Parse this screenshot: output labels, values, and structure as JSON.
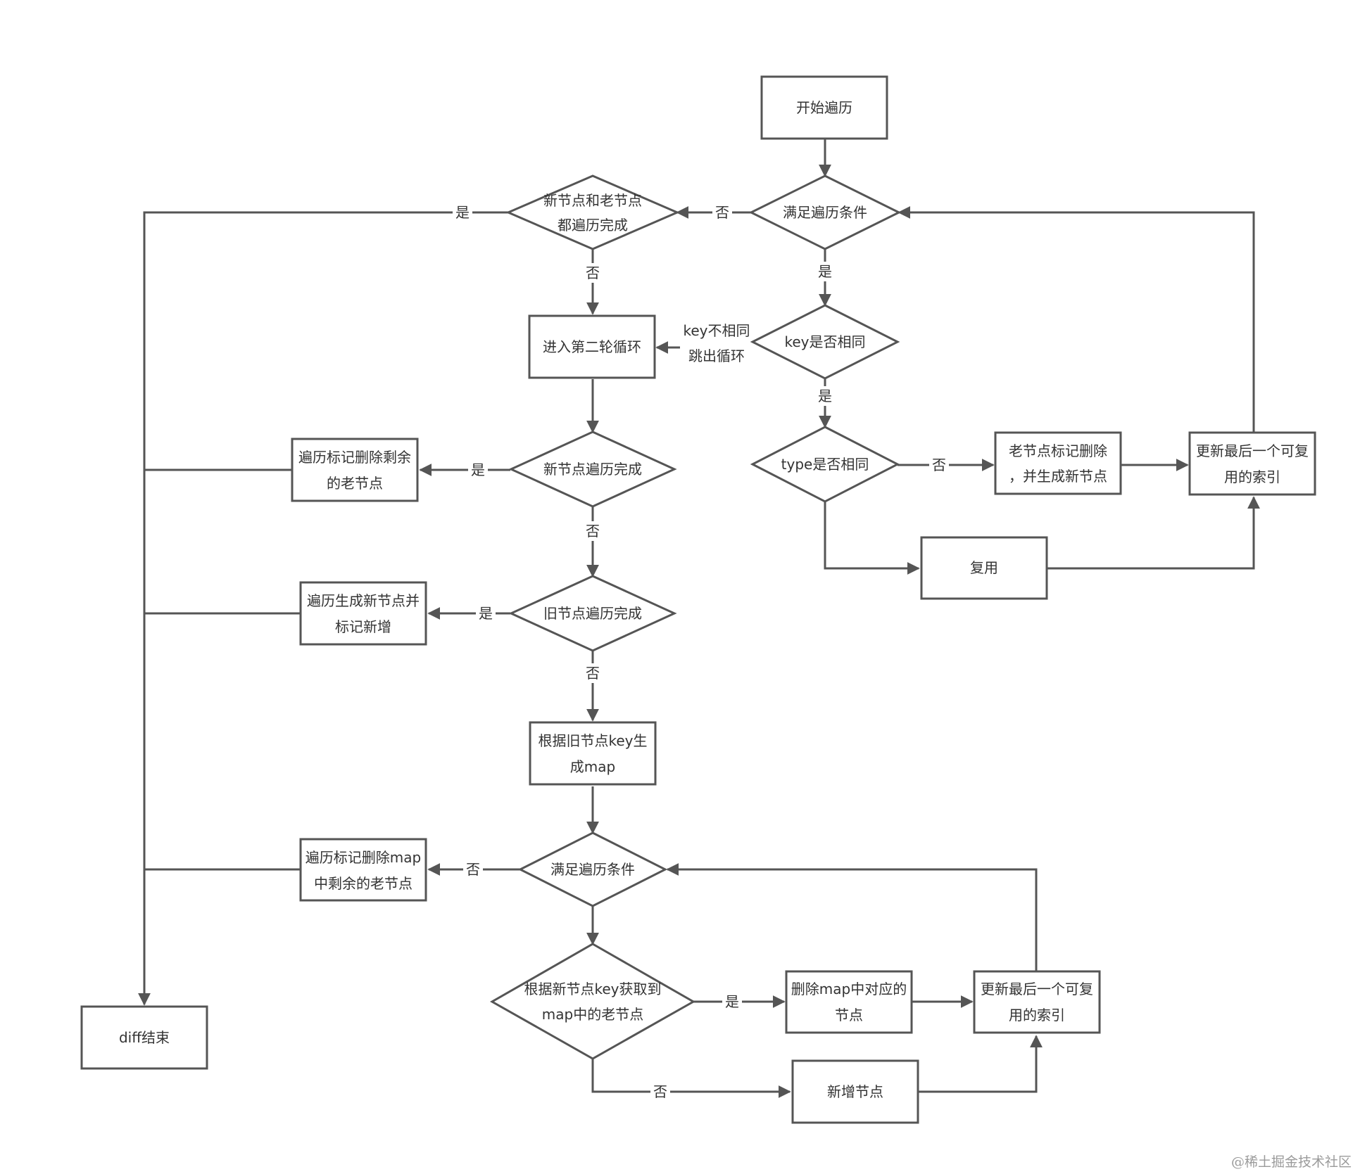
{
  "nodes": {
    "start": "开始遍历",
    "cond1": "满足遍历条件",
    "both_done": [
      "新节点和老节点",
      "都遍历完成"
    ],
    "key_same": "key是否相同",
    "second_loop": "进入第二轮循环",
    "type_same": "type是否相同",
    "mark_delete_new": [
      "老节点标记删除",
      "，并生成新节点"
    ],
    "update_idx1": [
      "更新最后一个可复",
      "用的索引"
    ],
    "reuse": "复用",
    "new_done": "新节点遍历完成",
    "del_rest_old": [
      "遍历标记删除剩余",
      "的老节点"
    ],
    "old_done": "旧节点遍历完成",
    "gen_new": [
      "遍历生成新节点并",
      "标记新增"
    ],
    "make_map": [
      "根据旧节点key生",
      "成map"
    ],
    "cond2": "满足遍历条件",
    "del_map_rest": [
      "遍历标记删除map",
      "中剩余的老节点"
    ],
    "get_old_by_key": [
      "根据新节点key获取到",
      "map中的老节点"
    ],
    "del_from_map": [
      "删除map中对应的",
      "节点"
    ],
    "update_idx2": [
      "更新最后一个可复",
      "用的索引"
    ],
    "add_node": "新增节点",
    "diff_end": "diff结束"
  },
  "edge_labels": {
    "yes": "是",
    "no": "否",
    "key_diff": [
      "key不相同",
      "跳出循环"
    ]
  },
  "watermark": "@稀土掘金技术社区"
}
